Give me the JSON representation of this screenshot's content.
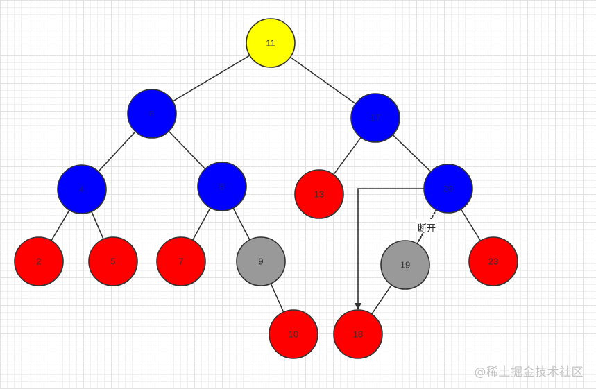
{
  "colors": {
    "yellow": "#ffff00",
    "blue": "#0000ff",
    "red": "#ff0000",
    "gray": "#999999",
    "stroke": "#333333"
  },
  "nodes": [
    {
      "id": "n11",
      "label": "11",
      "color": "yellow"
    },
    {
      "id": "n6",
      "label": "6",
      "color": "blue"
    },
    {
      "id": "n17",
      "label": "17",
      "color": "blue"
    },
    {
      "id": "n4",
      "label": "4",
      "color": "blue"
    },
    {
      "id": "n8",
      "label": "8",
      "color": "blue"
    },
    {
      "id": "n13",
      "label": "13",
      "color": "red"
    },
    {
      "id": "n20",
      "label": "20",
      "color": "blue"
    },
    {
      "id": "n2",
      "label": "2",
      "color": "red"
    },
    {
      "id": "n5",
      "label": "5",
      "color": "red"
    },
    {
      "id": "n7",
      "label": "7",
      "color": "red"
    },
    {
      "id": "n9",
      "label": "9",
      "color": "gray"
    },
    {
      "id": "n19",
      "label": "19",
      "color": "gray"
    },
    {
      "id": "n23",
      "label": "23",
      "color": "red"
    },
    {
      "id": "n10",
      "label": "10",
      "color": "red"
    },
    {
      "id": "n18",
      "label": "18",
      "color": "red"
    }
  ],
  "edges": [
    {
      "from": "n11",
      "to": "n6"
    },
    {
      "from": "n11",
      "to": "n17"
    },
    {
      "from": "n6",
      "to": "n4"
    },
    {
      "from": "n6",
      "to": "n8"
    },
    {
      "from": "n17",
      "to": "n13"
    },
    {
      "from": "n17",
      "to": "n20"
    },
    {
      "from": "n4",
      "to": "n2"
    },
    {
      "from": "n4",
      "to": "n5"
    },
    {
      "from": "n8",
      "to": "n7"
    },
    {
      "from": "n8",
      "to": "n9"
    },
    {
      "from": "n9",
      "to": "n10"
    },
    {
      "from": "n20",
      "to": "n23"
    },
    {
      "from": "n19",
      "to": "n18"
    },
    {
      "from": "n20",
      "to": "n19",
      "style": "dotted",
      "label": "断开"
    },
    {
      "from": "n20",
      "to": "n18",
      "style": "arrow"
    }
  ],
  "watermark": "@稀土掘金技术社区"
}
